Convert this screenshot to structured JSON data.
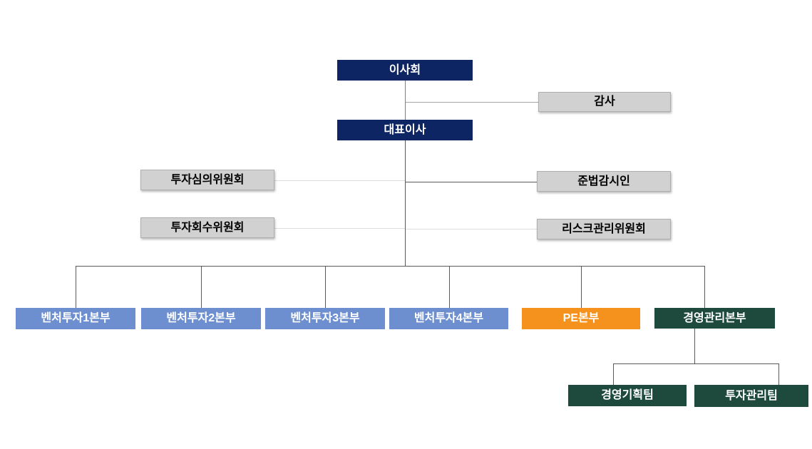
{
  "diagram": {
    "type": "org-chart",
    "nodes": {
      "board": {
        "label": "이사회",
        "level": "top"
      },
      "auditor": {
        "label": "감사",
        "reports_to": "board"
      },
      "ceo": {
        "label": "대표이사",
        "reports_to": "board"
      },
      "investment_review": {
        "label": "투자심의위원회",
        "reports_to": "ceo"
      },
      "compliance": {
        "label": "준법감시인",
        "reports_to": "ceo"
      },
      "investment_exit": {
        "label": "투자회수위원회",
        "reports_to": "ceo"
      },
      "risk_mgmt": {
        "label": "리스크관리위원회",
        "reports_to": "ceo"
      },
      "vc1": {
        "label": "벤처투자1본부",
        "reports_to": "ceo"
      },
      "vc2": {
        "label": "벤처투자2본부",
        "reports_to": "ceo"
      },
      "vc3": {
        "label": "벤처투자3본부",
        "reports_to": "ceo"
      },
      "vc4": {
        "label": "벤처투자4본부",
        "reports_to": "ceo"
      },
      "pe": {
        "label": "PE본부",
        "reports_to": "ceo"
      },
      "mgmt": {
        "label": "경영관리본부",
        "reports_to": "ceo"
      },
      "planning_team": {
        "label": "경영기획팀",
        "reports_to": "mgmt"
      },
      "invest_mgmt_team": {
        "label": "투자관리팀",
        "reports_to": "mgmt"
      }
    },
    "colors": {
      "navy": "#0e2564",
      "gray": "#d1d1d1",
      "blue": "#6d8fcf",
      "orange": "#f5921e",
      "green": "#1d4a3c",
      "line_dark": "#595959",
      "line_mid": "#a6a6a6",
      "line_light": "#dcdcdc",
      "background": "#ffffff"
    }
  }
}
